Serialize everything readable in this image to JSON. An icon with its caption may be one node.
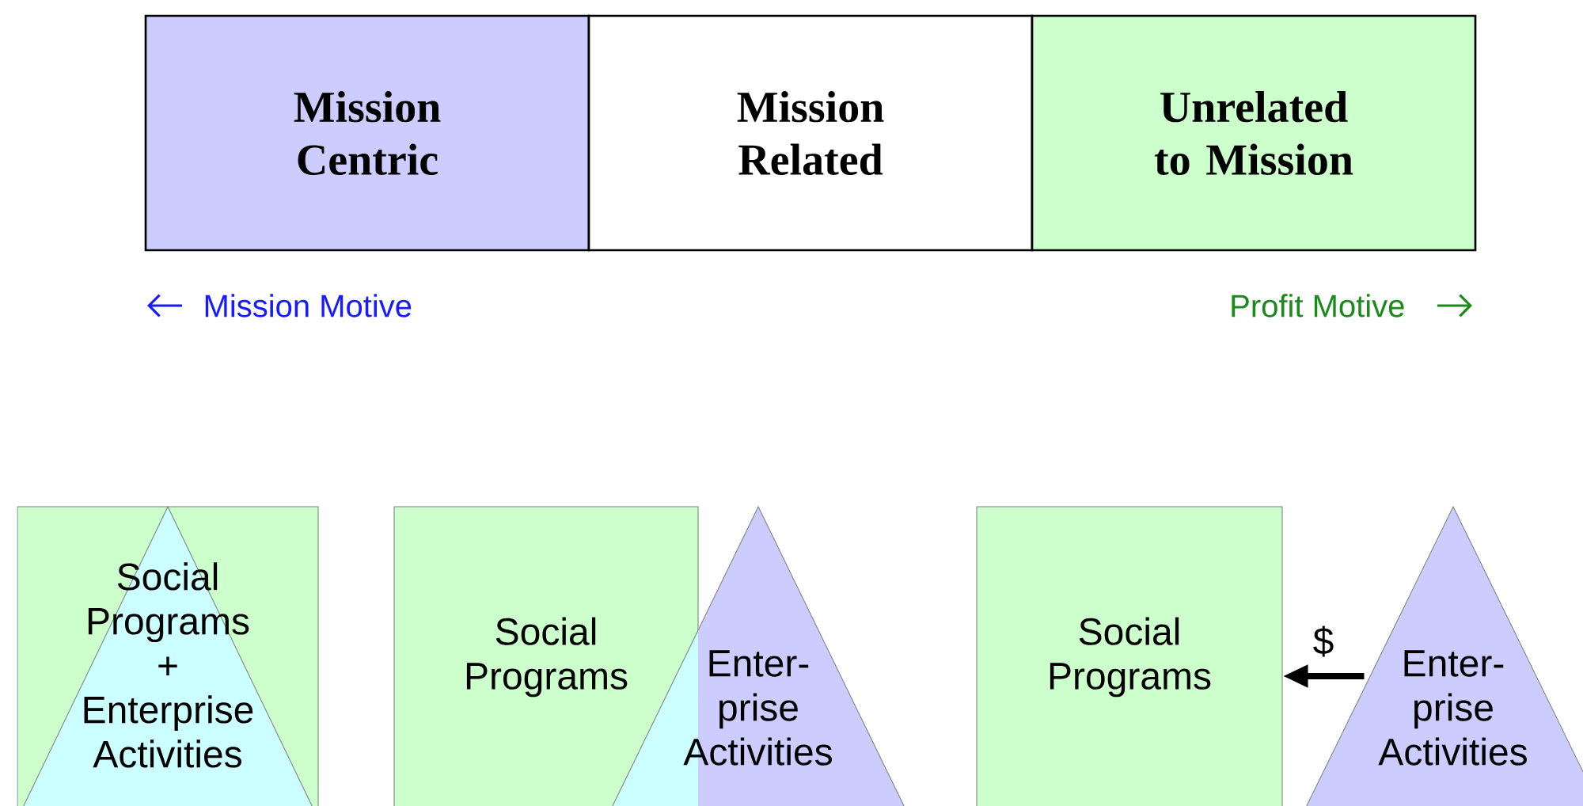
{
  "diagram": {
    "nodes": [
      {
        "text": [
          "Mission Centric"
        ]
      },
      {
        "text": [
          "Mission Related"
        ]
      },
      {
        "text": [
          "Unrelated to Mission"
        ]
      },
      {
        "text": [],
        "shape": "box"
      },
      {
        "text": [
          "Social Programs + Enterprise Activities"
        ],
        "in": 3
      },
      {
        "text": [
          "Social Programs"
        ]
      },
      {
        "text": [
          "Enter- prise Activities"
        ]
      },
      {
        "text": [
          "Social Programs"
        ]
      },
      {
        "text": [
          "Enter- prise Activities"
        ]
      }
    ],
    "edges": [
      {
        "from": 8,
        "to": 7,
        "arrow": "to",
        "label": "$"
      }
    ],
    "labels": [
      "Mission Motive",
      "Profit Motive"
    ]
  }
}
